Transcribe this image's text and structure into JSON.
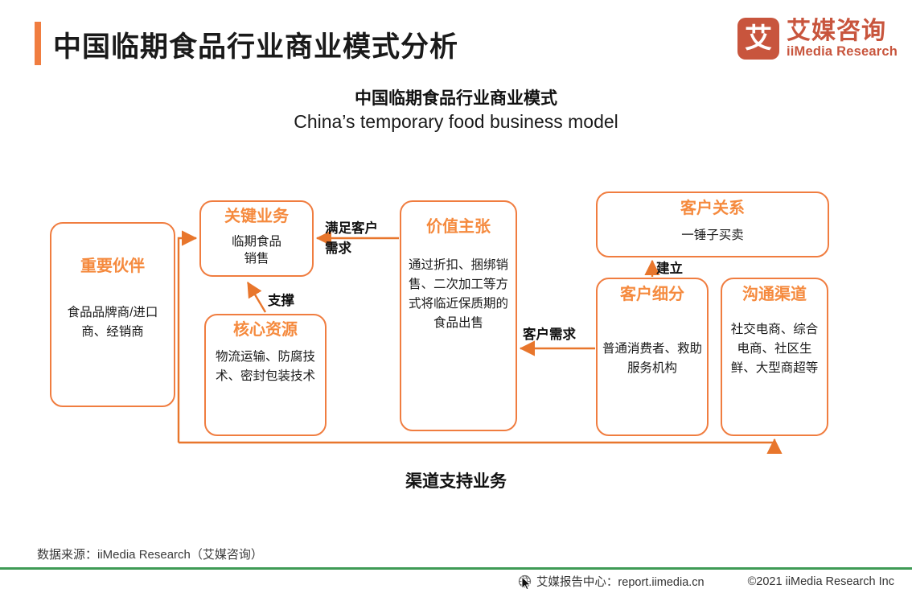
{
  "header": {
    "title": "中国临期食品行业商业模式分析",
    "accent_color": "#F07D40",
    "logo": {
      "glyph": "艾",
      "name_cn": "艾媒咨询",
      "name_en": "iiMedia Research",
      "color": "#C8553D"
    }
  },
  "subtitle": {
    "cn": "中国临期食品行业商业模式",
    "en": "China’s temporary food business model"
  },
  "diagram": {
    "nodes": [
      {
        "id": "partners",
        "head": "重要伙伴",
        "body": "食品品牌商/进口商、经销商"
      },
      {
        "id": "keybiz",
        "head": "关键业务",
        "body": "临期食品\n销售"
      },
      {
        "id": "core",
        "head": "核心资源",
        "body": "物流运输、防腐技术、密封包装技术"
      },
      {
        "id": "value",
        "head": "价值主张",
        "body": "通过折扣、捆绑销售、二次加工等方式将临近保质期的食品出售"
      },
      {
        "id": "crel",
        "head": "客户关系",
        "body": "一锤子买卖"
      },
      {
        "id": "cseg",
        "head": "客户细分",
        "body": "普通消费者、救助服务机构"
      },
      {
        "id": "chan",
        "head": "沟通渠道",
        "body": "社交电商、综合电商、社区生鲜、大型商超等"
      }
    ],
    "edge_labels": {
      "satisfy": "满足客户\n需求",
      "support": "支撑",
      "demand": "客户需求",
      "build": "建立",
      "channel_support": "渠道支持业务"
    },
    "line_color": "#E8762C"
  },
  "footer": {
    "source": "数据来源：iiMedia Research（艾媒咨询）",
    "report_center": "艾媒报告中心：report.iimedia.cn",
    "copyright": "©2021  iiMedia Research  Inc",
    "rule_color": "#3F9B55"
  }
}
